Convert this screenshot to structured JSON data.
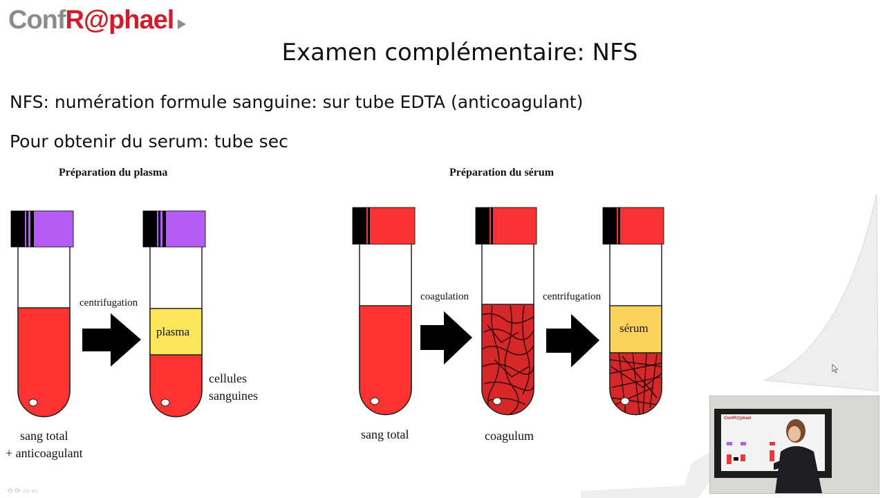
{
  "logo": {
    "part1": "Conf",
    "part2": "R@phael"
  },
  "title": "Examen complémentaire: NFS",
  "lines": [
    "NFS: numération formule sanguine: sur tube EDTA (anticoagulant)",
    "Pour obtenir du serum: tube sec"
  ],
  "plasma_section": {
    "heading": "Préparation du plasma",
    "arrow_label": "centrifugation",
    "tube_label": "plasma",
    "cells_label_1": "cellules",
    "cells_label_2": "sanguines",
    "caption_1": "sang total",
    "caption_2": "+ anticoagulant"
  },
  "serum_section": {
    "heading": "Préparation du sérum",
    "arrow1_label": "coagulation",
    "arrow2_label": "centrifugation",
    "tube_label": "sérum",
    "caption_1": "sang total",
    "caption_2": "coagulum"
  },
  "colors": {
    "blood": "#ff3232",
    "cap_purple": "#b45cf5",
    "cap_red": "#fa3232",
    "plasma": "#fce65a",
    "serum": "#fcd45c",
    "clot": "#b41e1e",
    "arrow": "#000000"
  },
  "video": {
    "mini_logo": "ConfR@phael"
  }
}
